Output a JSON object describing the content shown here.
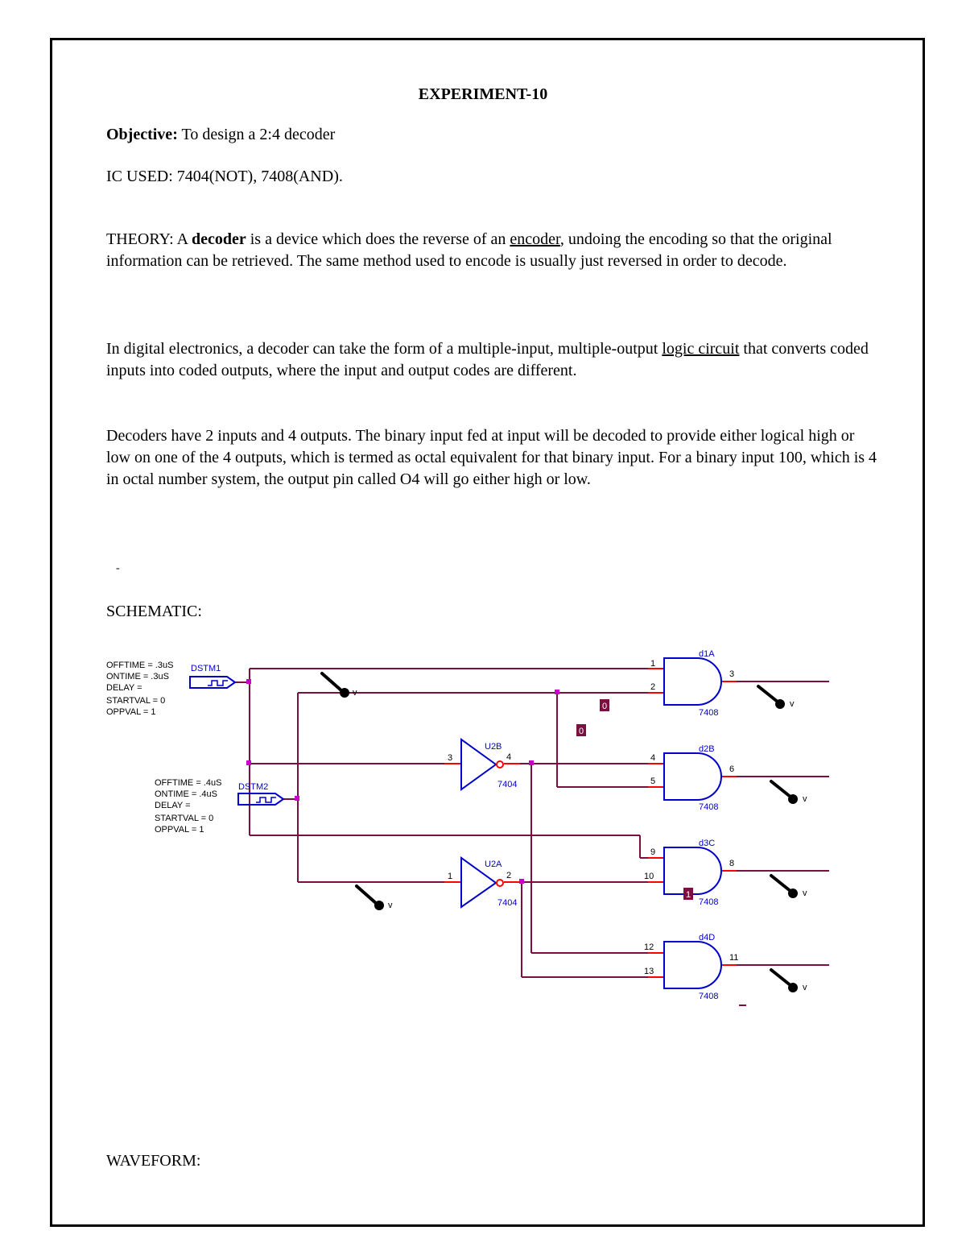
{
  "title": "EXPERIMENT-10",
  "objective": {
    "label": "Objective:",
    "text": " To design a  2:4 decoder"
  },
  "ic_used": "IC USED: 7404(NOT), 7408(AND).",
  "theory": {
    "p1_prefix": "THEORY: A ",
    "p1_bold": "decoder",
    "p1_mid": " is a device which does the reverse of an ",
    "p1_link": "encoder",
    "p1_suffix": ", undoing the encoding so that the original information can be retrieved. The same method used to encode is usually just reversed in order to decode.",
    "p2_prefix": "In digital electronics, a decoder can take the form of a multiple-input, multiple-output ",
    "p2_link": "logic circuit",
    "p2_suffix": " that converts coded inputs into coded outputs, where the input and output codes are different.",
    "p3": "Decoders have 2 inputs and 4 outputs. The binary input fed at input will be decoded to provide either logical high or low on one of the 4 outputs, which is termed as octal equivalent for that binary input. For a binary input 100, which is 4 in octal number system, the output pin called O4 will go either high or low."
  },
  "stray_mark": "-",
  "schematic_heading": "SCHEMATIC:",
  "waveform_heading": "WAVEFORM:",
  "schematic": {
    "dstm1": {
      "name": "DSTM1",
      "params": [
        "OFFTIME = .3uS",
        "ONTIME = .3uS",
        "DELAY =",
        "STARTVAL = 0",
        "OPPVAL = 1"
      ]
    },
    "dstm2": {
      "name": "DSTM2",
      "params": [
        "OFFTIME = .4uS",
        "ONTIME = .4uS",
        "DELAY =",
        "STARTVAL = 0",
        "OPPVAL = 1"
      ]
    },
    "and_gates": [
      {
        "ref": "d1A",
        "part": "7408",
        "pins": [
          "1",
          "2",
          "3"
        ]
      },
      {
        "ref": "d2B",
        "part": "7408",
        "pins": [
          "4",
          "5",
          "6"
        ]
      },
      {
        "ref": "d3C",
        "part": "7408",
        "pins": [
          "9",
          "10",
          "8"
        ]
      },
      {
        "ref": "d4D",
        "part": "7408",
        "pins": [
          "12",
          "13",
          "11"
        ]
      }
    ],
    "not_gates": [
      {
        "ref": "U2B",
        "part": "7404",
        "pins": [
          "3",
          "4"
        ]
      },
      {
        "ref": "U2A",
        "part": "7404",
        "pins": [
          "1",
          "2"
        ]
      }
    ],
    "probe_label": "v",
    "markers": [
      "0",
      "0",
      "1"
    ]
  },
  "colors": {
    "wire": "#7a1040",
    "gate": "#0000cc",
    "pin_lead": "#ff0000",
    "junction": "#cc00cc",
    "marker": "#7a1040"
  }
}
